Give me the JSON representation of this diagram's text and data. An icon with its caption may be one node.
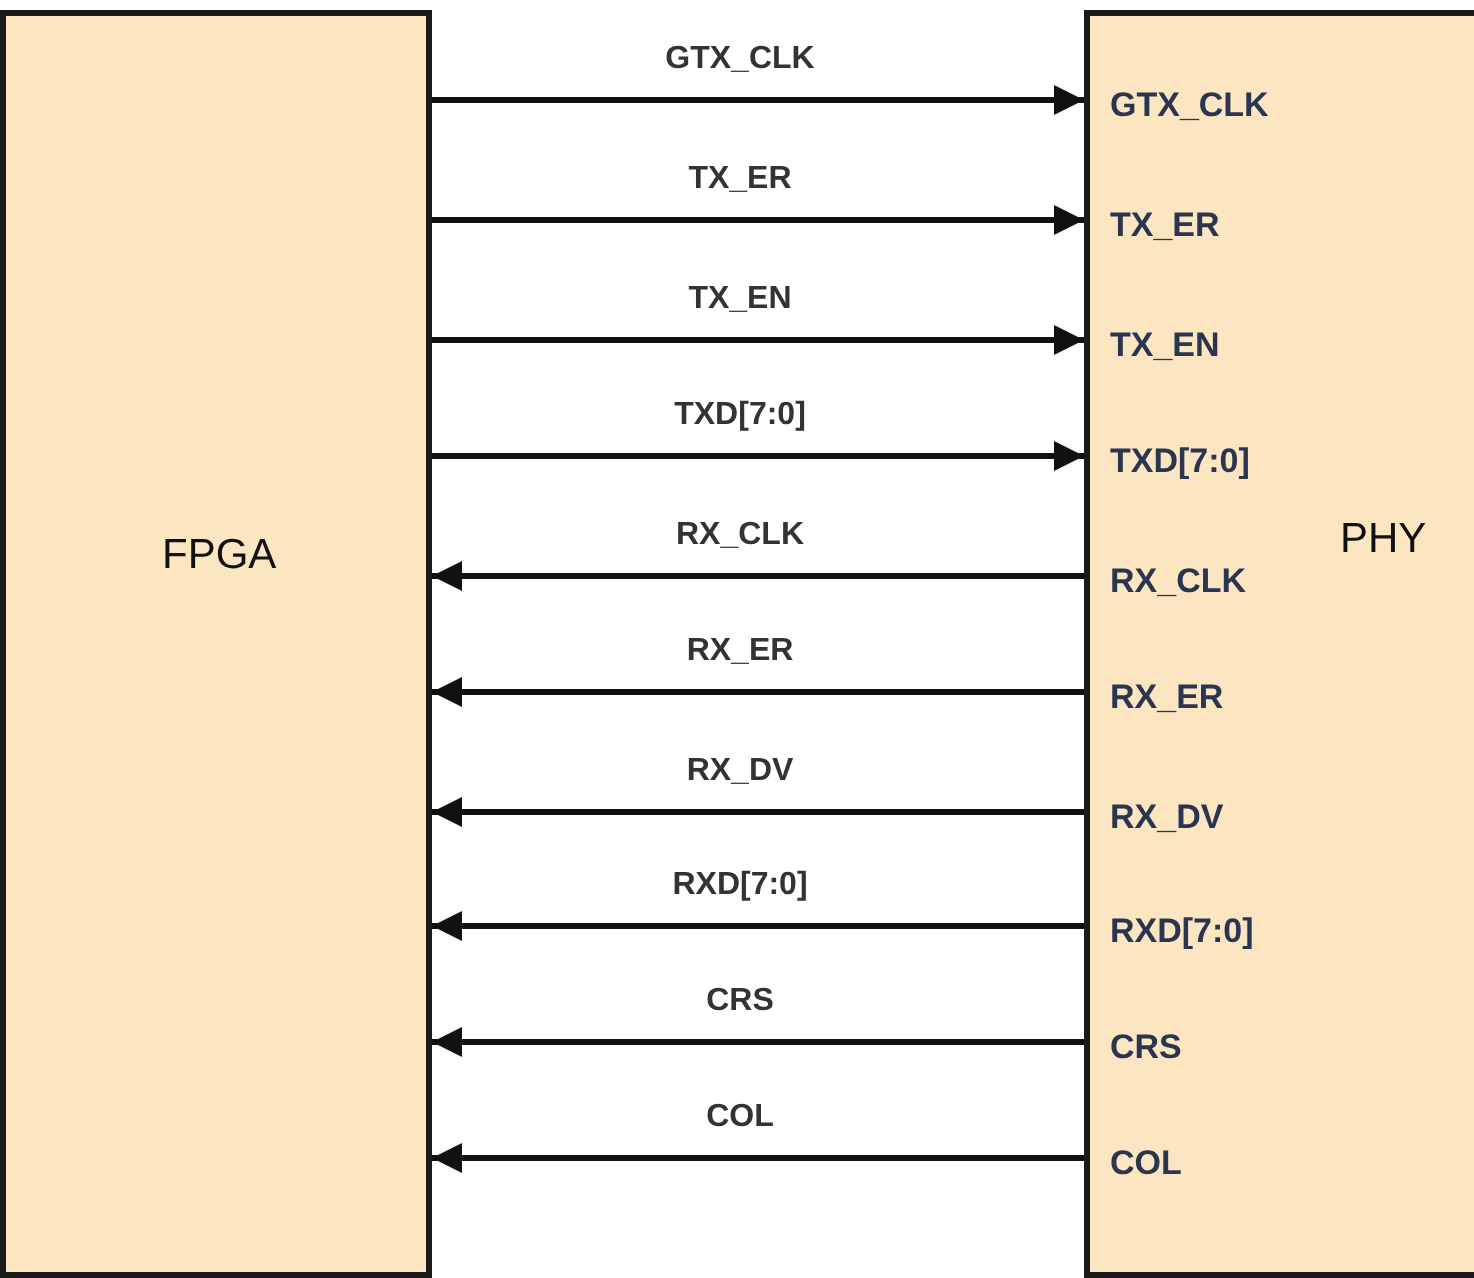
{
  "diagram": {
    "nodes": [
      {
        "text": [
          "FPGA"
        ]
      },
      {
        "text": [
          "PHY"
        ]
      },
      {
        "text": [
          "GTX_CLK"
        ],
        "in": 1
      },
      {
        "text": [
          "TX_ER"
        ],
        "in": 1
      },
      {
        "text": [
          "TX_EN"
        ],
        "in": 1
      },
      {
        "text": [
          "TXD[7:0]"
        ],
        "in": 1
      },
      {
        "text": [
          "RX_CLK"
        ],
        "in": 1
      },
      {
        "text": [
          "RX_ER"
        ],
        "in": 1
      },
      {
        "text": [
          "RX_DV"
        ],
        "in": 1
      },
      {
        "text": [
          "RXD[7:0]"
        ],
        "in": 1
      },
      {
        "text": [
          "CRS"
        ],
        "in": 1
      },
      {
        "text": [
          "COL"
        ],
        "in": 1
      }
    ],
    "edges": [
      {
        "from": 0,
        "to": 2,
        "arrow": "to",
        "label": "GTX_CLK"
      },
      {
        "from": 0,
        "to": 3,
        "arrow": "to",
        "label": "TX_ER"
      },
      {
        "from": 0,
        "to": 4,
        "arrow": "to",
        "label": "TX_EN"
      },
      {
        "from": 0,
        "to": 5,
        "arrow": "to",
        "label": "TXD[7:0]"
      },
      {
        "from": 6,
        "to": 0,
        "arrow": "to",
        "label": "RX_CLK"
      },
      {
        "from": 7,
        "to": 0,
        "arrow": "to",
        "label": "RX_ER"
      },
      {
        "from": 8,
        "to": 0,
        "arrow": "to",
        "label": "RX_DV"
      },
      {
        "from": 9,
        "to": 0,
        "arrow": "to",
        "label": "RXD[7:0]"
      },
      {
        "from": 10,
        "to": 0,
        "arrow": "to",
        "label": "CRS"
      },
      {
        "from": 11,
        "to": 0,
        "arrow": "to",
        "label": "COL"
      }
    ]
  }
}
